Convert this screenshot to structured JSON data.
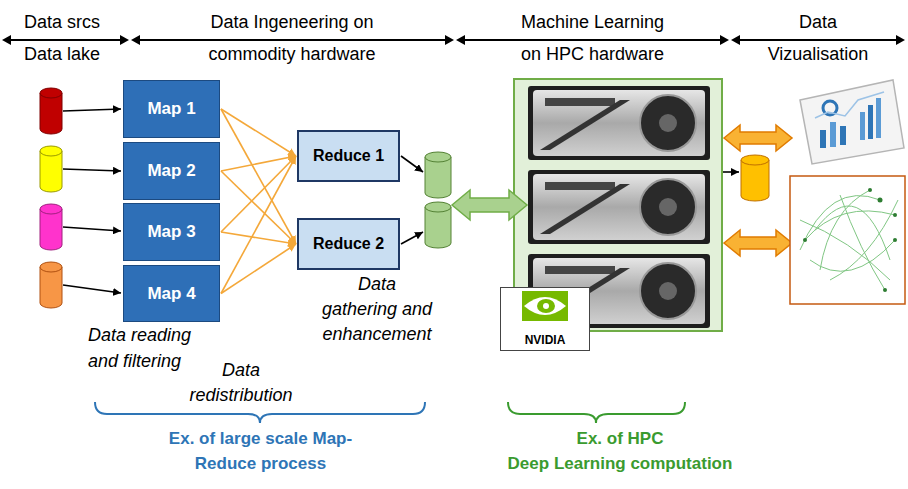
{
  "diagram": {
    "nodes": [
      {
        "text": [
          "Map 1"
        ]
      },
      {
        "text": [
          "Map 2"
        ]
      },
      {
        "text": [
          "Map 3"
        ]
      },
      {
        "text": [
          "Map 4"
        ]
      },
      {
        "text": [
          "Reduce 1"
        ]
      },
      {
        "text": [
          "Reduce 2"
        ]
      },
      {
        "text": [
          "NVIDIA"
        ]
      }
    ],
    "edges": [
      {
        "from": 0,
        "to": 4,
        "arrow": "to"
      },
      {
        "from": 0,
        "to": 5,
        "arrow": "to"
      },
      {
        "from": 1,
        "to": 4,
        "arrow": "to"
      },
      {
        "from": 1,
        "to": 5,
        "arrow": "to"
      },
      {
        "from": 2,
        "to": 4,
        "arrow": "to"
      },
      {
        "from": 2,
        "to": 5,
        "arrow": "to"
      },
      {
        "from": 3,
        "to": 4,
        "arrow": "to"
      },
      {
        "from": 3,
        "to": 5,
        "arrow": "to"
      }
    ],
    "labels": [
      "Data srcs Data lake",
      "Data Ingeneering on commodity hardware",
      "Machine Learning on HPC hardware",
      "Data Vizualisation",
      "Data reading and filtering",
      "Data gathering and enhancement",
      "Data redistribution",
      "Ex. of large scale Map-Reduce process",
      "Ex. of HPC",
      "Deep Learning computation"
    ]
  }
}
